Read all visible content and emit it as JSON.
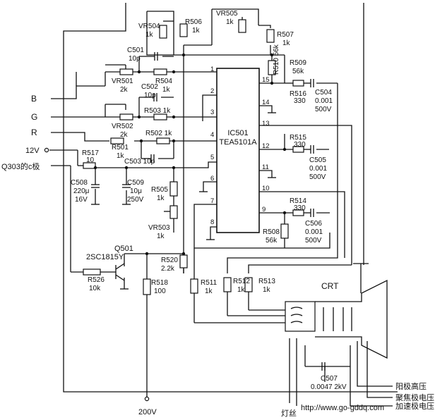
{
  "ic": {
    "ref": "IC501",
    "part": "TEA5101A",
    "pins": [
      "1",
      "2",
      "3",
      "4",
      "5",
      "6",
      "7",
      "8",
      "9",
      "10",
      "11",
      "12",
      "13",
      "14",
      "15"
    ]
  },
  "inputs": {
    "b": "B",
    "g": "G",
    "r": "R",
    "v12": "12V",
    "q303": "Q303的c极"
  },
  "supply": {
    "v200": "200V"
  },
  "transistor": {
    "ref": "Q501",
    "part": "2SC1815Y"
  },
  "crt": {
    "label": "CRT"
  },
  "outputs": {
    "anode": "阳极高压",
    "focus": "聚焦极电压",
    "accel": "加速极电压",
    "heater": "灯丝"
  },
  "watermark": "http://www.go-gddq.com",
  "parts": {
    "vr504": [
      "VR504",
      "1k"
    ],
    "r506": [
      "R506",
      "1k"
    ],
    "vr505": [
      "VR505",
      "1k"
    ],
    "r507": [
      "R507",
      "1k"
    ],
    "c501": [
      "C501",
      "10p"
    ],
    "vr501": [
      "VR501",
      "2k"
    ],
    "r504": [
      "R504",
      "1k"
    ],
    "r510": [
      "R510 56k"
    ],
    "r509": [
      "R509",
      "56k"
    ],
    "c502": [
      "C502",
      "10p"
    ],
    "r503": [
      "R503 1k"
    ],
    "vr502": [
      "VR502",
      "2k"
    ],
    "r502": [
      "R502 1k"
    ],
    "r501": [
      "R501",
      "1k"
    ],
    "c503": [
      "C503 10p"
    ],
    "r517": [
      "R517",
      "10"
    ],
    "c508": [
      "C508",
      "220μ",
      "16V"
    ],
    "c509": [
      "C509",
      "10μ",
      "250V"
    ],
    "r505": [
      "R505",
      "1k"
    ],
    "vr503": [
      "VR503",
      "1k"
    ],
    "r516": [
      "R516",
      "330"
    ],
    "c504": [
      "C504",
      "0.001",
      "500V"
    ],
    "r515": [
      "R515",
      "330"
    ],
    "c505": [
      "C505",
      "0.001",
      "500V"
    ],
    "r514": [
      "R514",
      "330"
    ],
    "c506": [
      "C506",
      "0.001",
      "500V"
    ],
    "r508": [
      "R508",
      "56k"
    ],
    "r526": [
      "R526",
      "10k"
    ],
    "r520": [
      "R520",
      "2.2k"
    ],
    "r518": [
      "R518",
      "100"
    ],
    "r511": [
      "R511",
      "1k"
    ],
    "r512": [
      "R512",
      "1k"
    ],
    "r513": [
      "R513",
      "1k"
    ],
    "c507": [
      "C507",
      "0.0047 2kV"
    ]
  }
}
